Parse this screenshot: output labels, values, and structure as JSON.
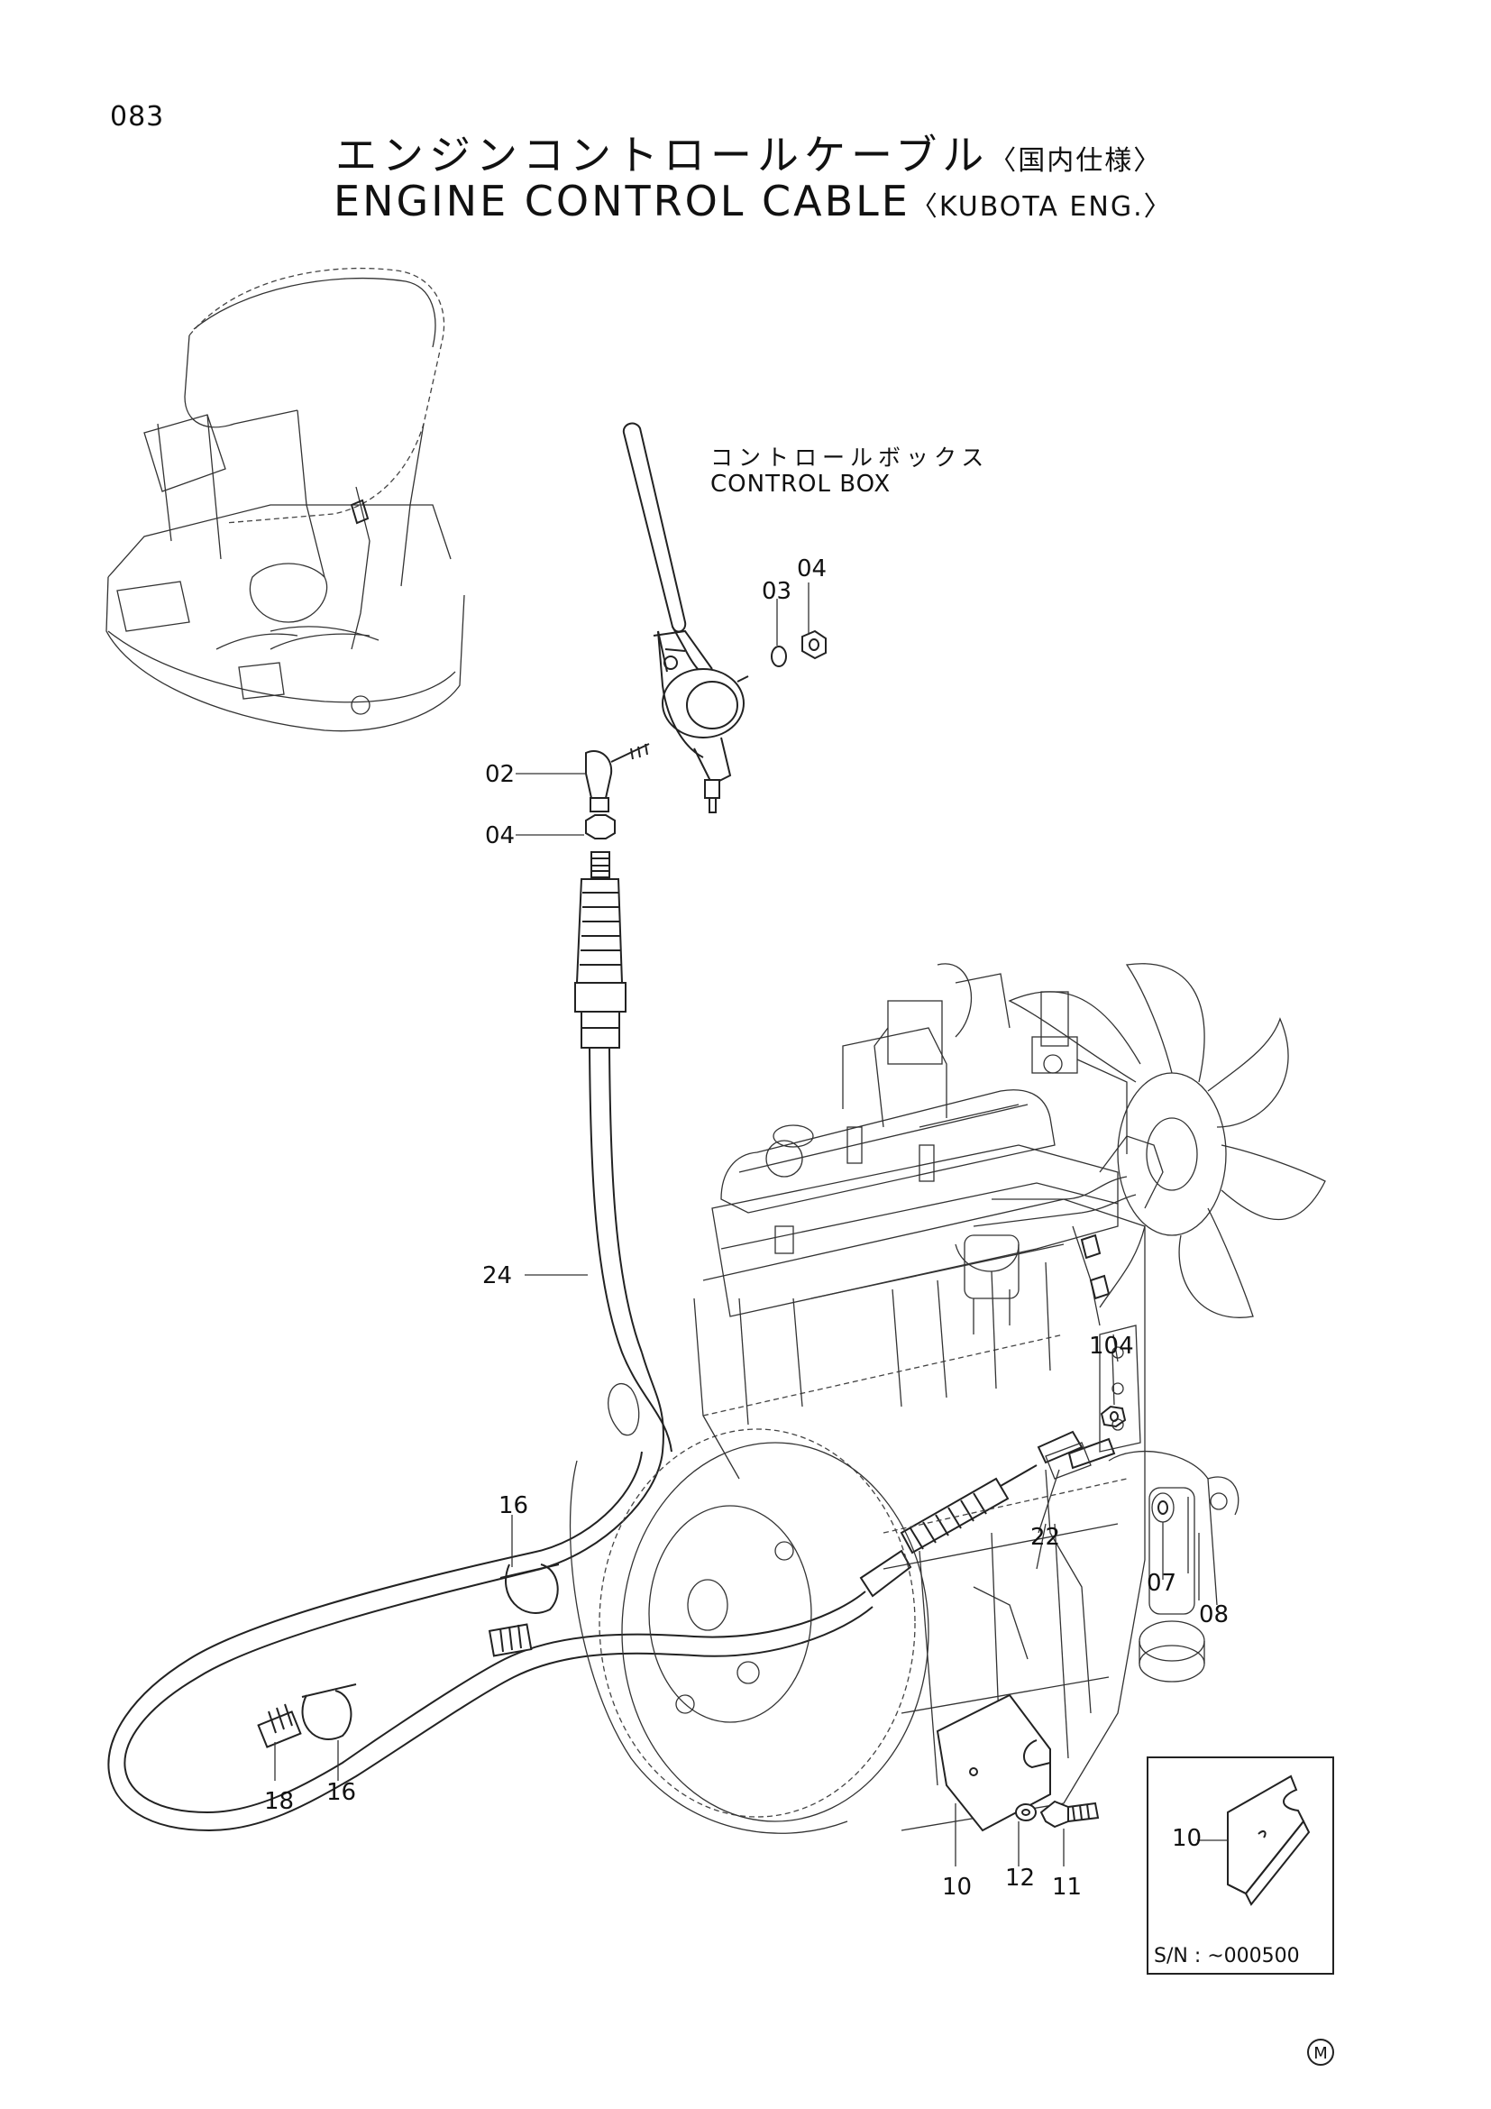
{
  "page_number": "083",
  "title": {
    "japanese": "エンジンコントロールケーブル",
    "japanese_note": "〈国内仕様〉",
    "english": "ENGINE CONTROL CABLE",
    "english_note": "〈KUBOTA ENG.〉"
  },
  "control_box": {
    "japanese": "コントロールボックス",
    "english": "CONTROL BOX"
  },
  "callouts": {
    "c03": "03",
    "c04_top": "04",
    "c02": "02",
    "c04_left": "04",
    "c24": "24",
    "c104": "104",
    "c16_top": "16",
    "c22": "22",
    "c07": "07",
    "c08": "08",
    "c18": "18",
    "c16_bottom": "16",
    "c10": "10",
    "c12": "12",
    "c11": "11"
  },
  "inset": {
    "part_label": "10",
    "serial_note": "S/N : ~000500"
  },
  "mark": "M"
}
